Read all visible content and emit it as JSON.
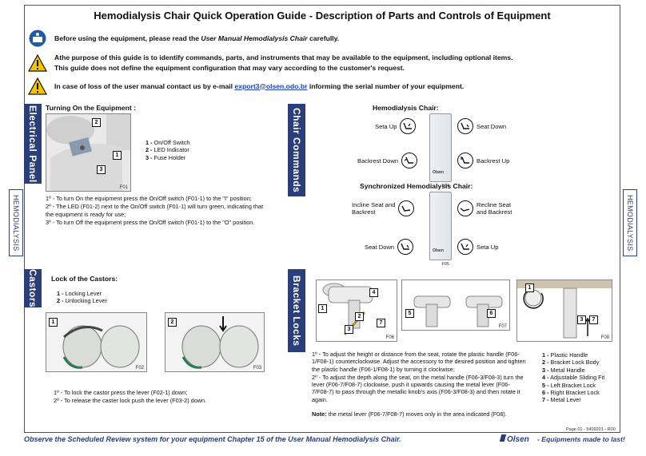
{
  "header": {
    "title": "Hemodialysis Chair Quick Operation Guide",
    "subtitle": "- Description of Parts and Controls of Equipment"
  },
  "notices": [
    {
      "icon": "manual-icon",
      "text_before": "Before using the equipment, please read the",
      "text_italic": "User Manual Hemodialysis Chair",
      "text_after": "carefully."
    },
    {
      "icon": "warning-icon",
      "line1": "Athe purpose of this guide is to identify commands, parts, and instruments that may be available to the equipment, including optional items.",
      "line2": "This guide does not define the equipment configuration that may vary according to the customer's request."
    },
    {
      "icon": "warning-icon",
      "text_before": "In case of loss of the user manual contact us by e-mail",
      "email": "export3@olsen.odo.br",
      "text_after": "informing the serial number of your equipment."
    }
  ],
  "side_tabs": {
    "electrical": "Electrical Panel",
    "castors": "Castors",
    "chair_commands": "Chair Commands",
    "bracket_locks": "Bracket Locks",
    "hemo": "HEMODIALYSIS"
  },
  "electrical": {
    "heading": "Turning On the Equipment :",
    "figure": "F01",
    "legend": [
      {
        "n": "1 -",
        "label": "On/Off Switch"
      },
      {
        "n": "2 -",
        "label": "LED Indicator"
      },
      {
        "n": "3 -",
        "label": "Fuse Holder"
      }
    ],
    "steps": [
      "1º - To turn On the equipment press the On/Off switch (F01-1) to the \"I\" position;",
      "2º - The LED (F01-2) next to the On/Off switch (F01-1) will turn green, indicating that the equipment is ready for use;",
      "3º - To turn Off the equipment press the On/Off switch (F01-1) to the \"O\" position."
    ]
  },
  "castors": {
    "heading": "Lock of the Castors:",
    "legend": [
      {
        "n": "1 -",
        "label": "Locking Lever"
      },
      {
        "n": "2 -",
        "label": "Unlocking Lever"
      }
    ],
    "figures": [
      "F02",
      "F03"
    ],
    "steps": [
      "1º - To lock the castor press the lever (F02-1) down;",
      "2º - To release the caster lock push the lever (F03-2) down."
    ]
  },
  "chair": {
    "heading1": "Hemodialysis Chair:",
    "heading2": "Synchronized Hemodialysis Chair:",
    "panel_brand": "Olsen",
    "fig1": "F04",
    "fig2": "F05",
    "cmds1": {
      "tl": "Seta Up",
      "tr": "Seat Down",
      "bl": "Backrest Down",
      "br": "Backrest Up"
    },
    "cmds2": {
      "tl1": "Incline Seat and",
      "tl2": "Backrest",
      "tr1": "Recline Seat",
      "tr2": "and Backrest",
      "bl": "Seat Down",
      "br": "Seta Up"
    }
  },
  "bracket": {
    "figures": [
      "F06",
      "F07",
      "F08"
    ],
    "steps": [
      "1º - To adjust the height or distance from the seat, rotate the plastic handle (F06-1/F08-1) counterclockwise. Adjust the accessory to the desired position and tighten the plastic handle (F06-1/F08-1) by turning it clockwise;",
      "2º - To adjust the depth along the seat, on the metal handle (F06-3/F08-3) turn the lever (F06-7/F08-7) clockwise, push it upwards causing the metal lever (F06-7/F08-7) to pass through the metallic knob's axis (F06-3/F08-3) and then rotate it again."
    ],
    "legend": [
      {
        "n": "1 -",
        "label": "Plastic Handle"
      },
      {
        "n": "2 -",
        "label": "Bracket Lock Body"
      },
      {
        "n": "3 -",
        "label": "Metal Handle"
      },
      {
        "n": "4 -",
        "label": "Adjustable Sliding Fit"
      },
      {
        "n": "5 -",
        "label": "Left Bracket Lock"
      },
      {
        "n": "6 -",
        "label": "Right Bracket Lock"
      },
      {
        "n": "7 -",
        "label": "Metal Lever"
      }
    ],
    "note_label": "Note:",
    "note": "the metal lever (F06-7/F08-7) moves only in the area indicated (F08)."
  },
  "footer": {
    "text": "Observe the Scheduled Review system for your equipment Chapter 15 of the User Manual Hemodialysis Chair.",
    "logo": "Olsen",
    "tagline": "- Equipments made to last!",
    "page_ref": "Page 01 - 5409201 - R00"
  },
  "colors": {
    "accent": "#2a3e7a",
    "warning": "#f2c500",
    "link": "#1a3fbf"
  }
}
